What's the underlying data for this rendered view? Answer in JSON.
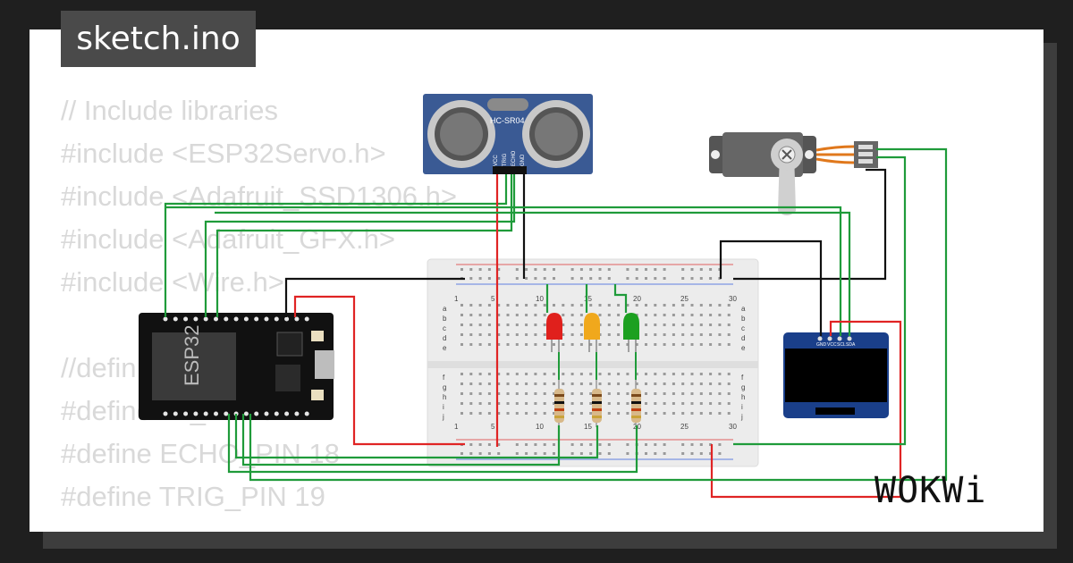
{
  "window": {
    "title": "sketch.ino"
  },
  "code": {
    "lines": [
      "// Include libraries",
      "#include <ESP32Servo.h>",
      "#include <Adafruit_SSD1306.h>",
      "#include <Adafruit_GFX.h>",
      "#include <Wire.h>",
      "",
      "//defin",
      "#define     _     33",
      "#define ECHO_PIN 18",
      "#define TRIG_PIN 19"
    ]
  },
  "sensor": {
    "label": "HC-SR04",
    "pins": [
      "VCC",
      "TRIG",
      "ECHO",
      "GND"
    ]
  },
  "esp32": {
    "label": "ESP32"
  },
  "breadboard": {
    "columns": [
      "1",
      "5",
      "10",
      "15",
      "20",
      "25",
      "30"
    ],
    "rows_top": [
      "a",
      "b",
      "c",
      "d",
      "e"
    ],
    "rows_bottom": [
      "f",
      "g",
      "h",
      "i",
      "j"
    ]
  },
  "oled": {
    "pins": [
      "GND",
      "VCC",
      "SCL",
      "SDA"
    ]
  },
  "leds": [
    {
      "color": "#e0201c"
    },
    {
      "color": "#f0a81c"
    },
    {
      "color": "#1ca020"
    }
  ],
  "colors": {
    "wire_green": "#1f9b3a",
    "wire_red": "#e02424",
    "wire_black": "#111111"
  },
  "brand": {
    "logo": "WOKWi"
  }
}
